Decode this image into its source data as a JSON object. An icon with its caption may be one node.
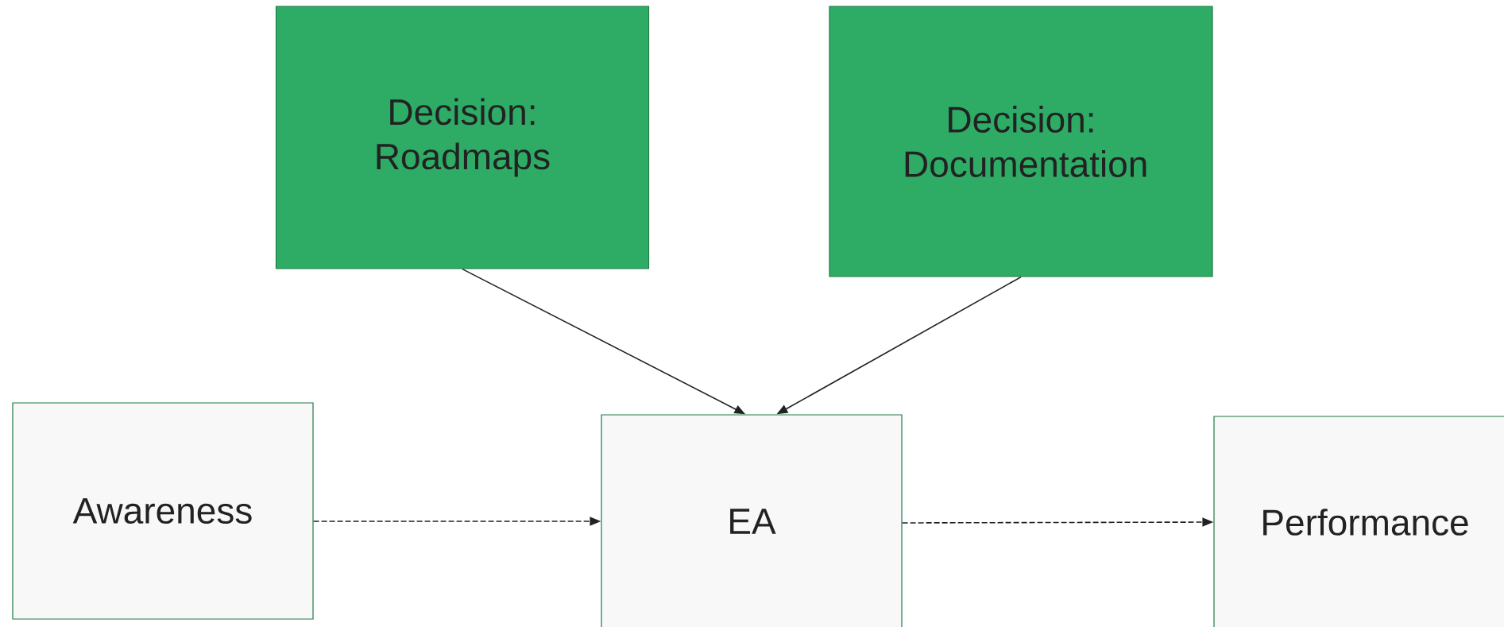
{
  "diagram": {
    "nodes": [
      {
        "text": [
          "Decision: Roadmaps"
        ]
      },
      {
        "text": [
          "Decision: Documentation"
        ]
      },
      {
        "text": [
          "Awareness"
        ]
      },
      {
        "text": [
          "EA"
        ]
      },
      {
        "text": [
          "Performance"
        ]
      }
    ],
    "edges": [
      {
        "from": 0,
        "to": 3,
        "arrow": "to"
      },
      {
        "from": 1,
        "to": 3,
        "arrow": "to"
      },
      {
        "from": 2,
        "to": 3,
        "arrow": "to",
        "style": "dashed"
      },
      {
        "from": 3,
        "to": 4,
        "arrow": "to",
        "style": "dashed"
      }
    ]
  }
}
